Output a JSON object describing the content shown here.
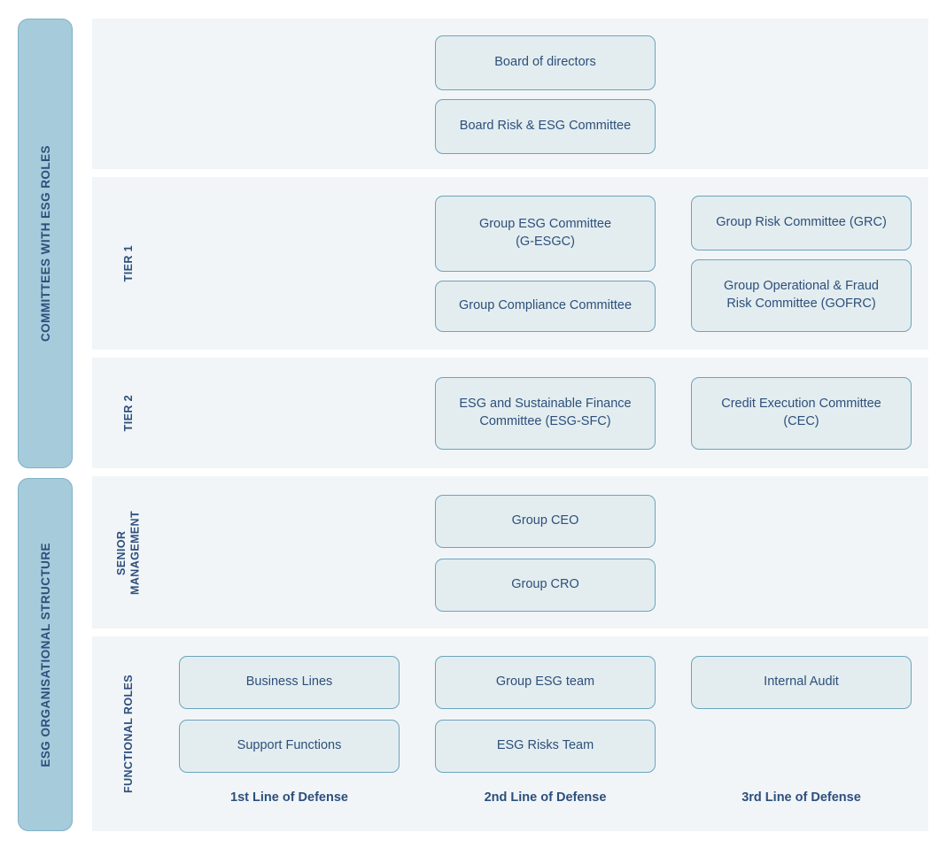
{
  "sidebar": {
    "bars": [
      {
        "label": "COMMITTEES WITH ESG ROLES"
      },
      {
        "label": "ESG ORGANISATIONAL STRUCTURE"
      }
    ]
  },
  "sections": {
    "board": {
      "tier_label": "",
      "nodes": [
        {
          "label": "Board of directors"
        },
        {
          "label": "Board Risk & ESG Committee"
        }
      ]
    },
    "tier1": {
      "tier_label": "TIER 1",
      "nodes": [
        {
          "label": "Group ESG Committee\n(G-ESGC)"
        },
        {
          "label": "Group Compliance Committee"
        },
        {
          "label": "Group Risk Committee (GRC)"
        },
        {
          "label": "Group Operational & Fraud\nRisk Committee (GOFRC)"
        }
      ]
    },
    "tier2": {
      "tier_label": "TIER 2",
      "nodes": [
        {
          "label": "ESG and Sustainable Finance\nCommittee (ESG-SFC)"
        },
        {
          "label": "Credit Execution Committee\n(CEC)"
        }
      ]
    },
    "senior": {
      "tier_label": "SENIOR\nMANAGEMENT",
      "nodes": [
        {
          "label": "Group CEO"
        },
        {
          "label": "Group CRO"
        }
      ]
    },
    "functional": {
      "tier_label": "FUNCTIONAL ROLES",
      "nodes": [
        {
          "label": "Business Lines"
        },
        {
          "label": "Support Functions"
        },
        {
          "label": "Group ESG team"
        },
        {
          "label": "ESG Risks Team"
        },
        {
          "label": "Internal Audit"
        }
      ]
    }
  },
  "defense_lines": [
    {
      "label": "1st Line of Defense"
    },
    {
      "label": "2nd Line of Defense"
    },
    {
      "label": "3rd Line of Defense"
    }
  ],
  "colors": {
    "page_background": "#ffffff",
    "panel_background": "#f1f5f8",
    "sidebar_fill": "#a6cbda",
    "sidebar_border": "#7fb1c6",
    "node_fill": "#e3edef",
    "node_border": "#6ca4bc",
    "text": "#2d4f7c"
  }
}
